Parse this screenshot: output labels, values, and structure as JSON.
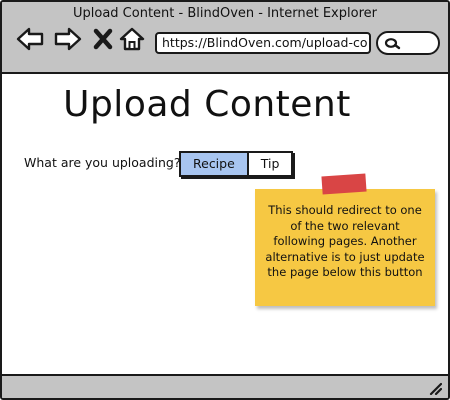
{
  "window": {
    "title": "Upload Content - BlindOven - Internet Explorer"
  },
  "toolbar": {
    "url": "https://BlindOven.com/upload-co",
    "icons": [
      "back-arrow-icon",
      "forward-arrow-icon",
      "close-icon",
      "home-icon",
      "search-icon"
    ]
  },
  "page": {
    "title": "Upload Content",
    "question": "What are you uploading?",
    "tabs": [
      {
        "label": "Recipe",
        "selected": true
      },
      {
        "label": "Tip",
        "selected": false
      }
    ]
  },
  "note": {
    "text": "This should redirect to one of the two relevant following pages. Another alternative is to just update the page below this button"
  },
  "colors": {
    "chrome": "#c4c4c4",
    "active_tab": "#a8c5f0",
    "sticky_note": "#f6c843",
    "tape": "#d94545"
  }
}
